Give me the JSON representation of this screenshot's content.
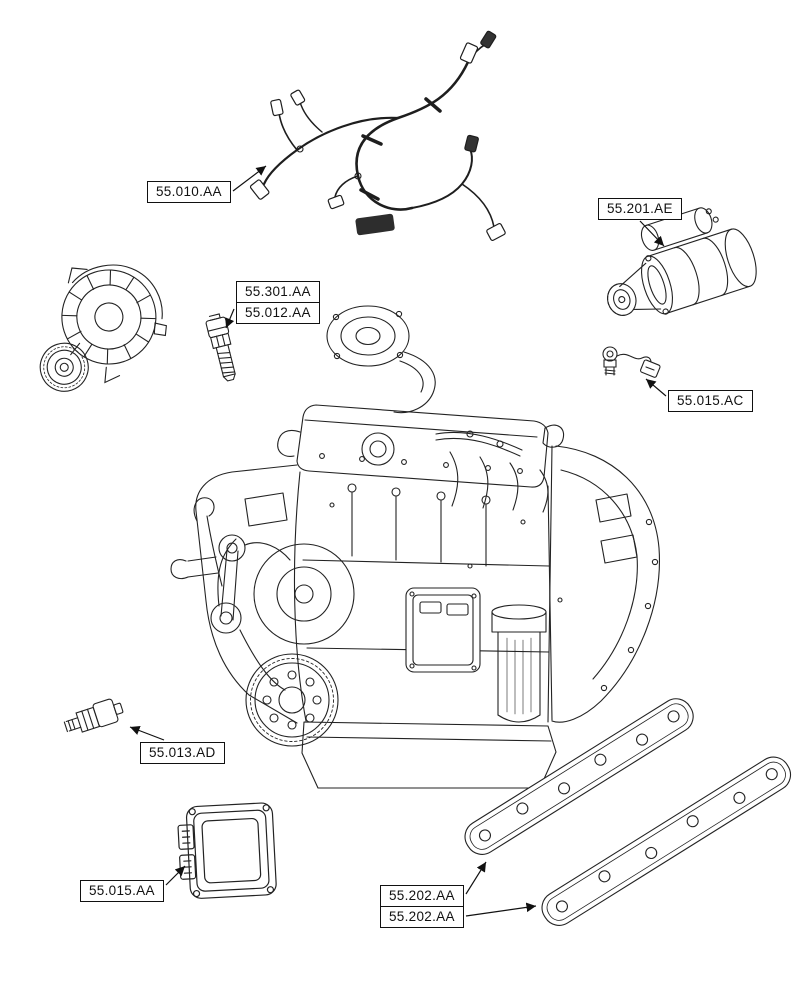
{
  "figure": {
    "type": "engine-parts-diagram"
  },
  "colors": {
    "background": "#ffffff",
    "line": "#232323",
    "label_border": "#111111",
    "label_text": "#111111"
  },
  "parts": [
    "wiring-harness",
    "starter-motor",
    "alternator",
    "coolant-temperature-sensor",
    "sensor-pigtail",
    "engine-assembly",
    "pressure-switch",
    "engine-control-unit",
    "manifold-gasket-upper",
    "manifold-gasket-lower"
  ],
  "callouts": [
    {
      "text": "55.010.AA",
      "part": "wiring-harness"
    },
    {
      "text": "55.201.AE",
      "part": "starter-motor"
    },
    {
      "text": "55.301.AA",
      "part": "alternator"
    },
    {
      "text": "55.012.AA",
      "part": "coolant-temperature-sensor"
    },
    {
      "text": "55.015.AC",
      "part": "sensor-pigtail"
    },
    {
      "text": "55.013.AD",
      "part": "pressure-switch"
    },
    {
      "text": "55.015.AA",
      "part": "engine-control-unit"
    },
    {
      "text": "55.202.AA",
      "part": "manifold-gasket-upper"
    },
    {
      "text": "55.202.AA",
      "part": "manifold-gasket-lower"
    }
  ]
}
